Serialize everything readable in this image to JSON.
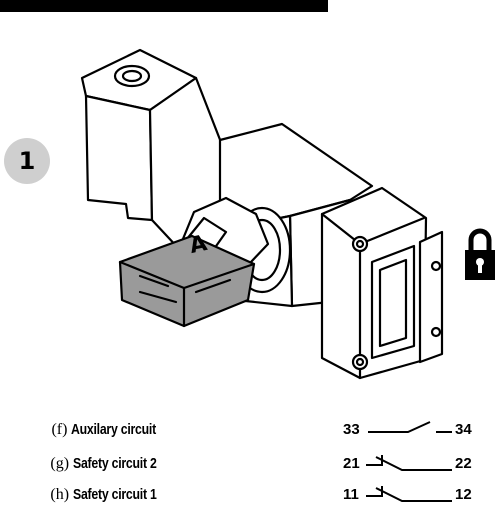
{
  "step_number": "1",
  "key_label": "A",
  "lock_icon": "padlock-icon",
  "circuits": [
    {
      "letter": "(f)",
      "name": "Auxilary circuit",
      "t1": "33",
      "t2": "34",
      "contact": "normally-open"
    },
    {
      "letter": "(g)",
      "name": "Safety circuit 2",
      "t1": "21",
      "t2": "22",
      "contact": "normally-closed"
    },
    {
      "letter": "(h)",
      "name": "Safety circuit 1",
      "t1": "11",
      "t2": "12",
      "contact": "normally-closed"
    }
  ]
}
